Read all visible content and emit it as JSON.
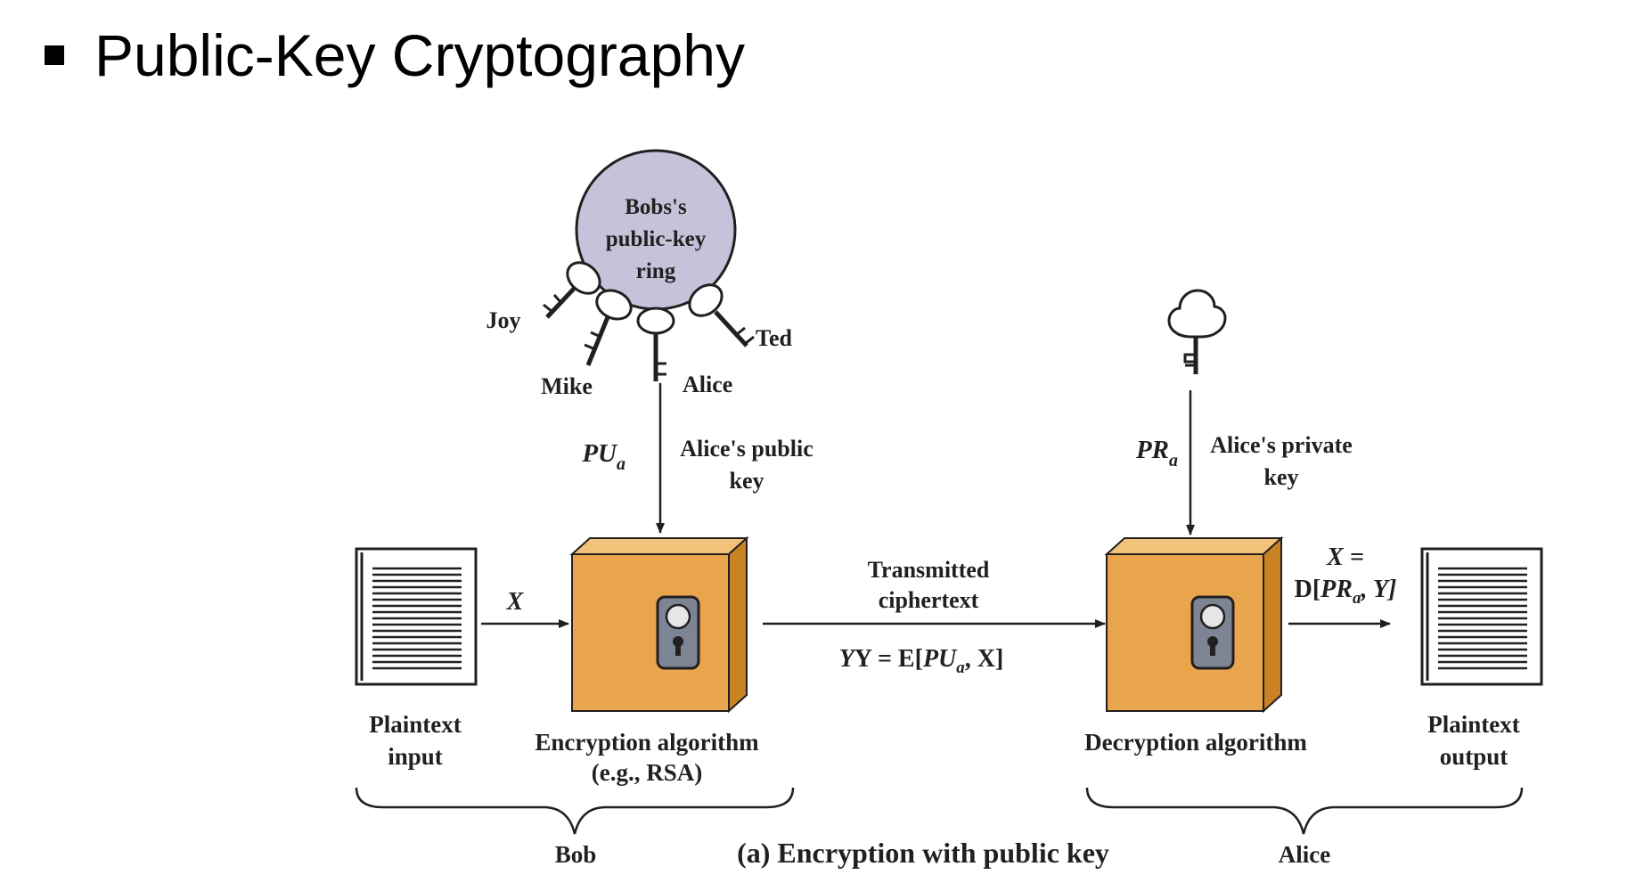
{
  "title": "Public-Key Cryptography",
  "ring": {
    "line1": "Bobs's",
    "line2": "public-key",
    "line3": "ring"
  },
  "keys": {
    "joy": "Joy",
    "mike": "Mike",
    "alice": "Alice",
    "ted": "Ted"
  },
  "public_key": {
    "symbol_main": "PU",
    "symbol_sub": "a",
    "label1": "Alice's public",
    "label2": "key"
  },
  "private_key": {
    "symbol_main": "PR",
    "symbol_sub": "a",
    "label1": "Alice's private",
    "label2": "key"
  },
  "input_x": "X",
  "transmit": {
    "label1": "Transmitted",
    "label2": "ciphertext",
    "formula_pre": "Y = E[",
    "formula_var": "PU",
    "formula_sub": "a",
    "formula_post": ", X]"
  },
  "output_formula": {
    "line1": "X =",
    "line2_pre": "D[",
    "line2_var": "PR",
    "line2_sub": "a",
    "line2_post": ", Y]"
  },
  "plaintext_input": {
    "line1": "Plaintext",
    "line2": "input"
  },
  "plaintext_output": {
    "line1": "Plaintext",
    "line2": "output"
  },
  "encryption": {
    "line1": "Encryption algorithm",
    "line2": "(e.g., RSA)"
  },
  "decryption": {
    "line1": "Decryption algorithm"
  },
  "bob": "Bob",
  "alice": "Alice",
  "caption": "(a) Encryption with public key",
  "colors": {
    "ring": "#c5c3da",
    "box_front": "#e9a54b",
    "box_side": "#c98224",
    "box_top": "#f3c27a",
    "lock": "#7d8594",
    "ink": "#231f20"
  }
}
